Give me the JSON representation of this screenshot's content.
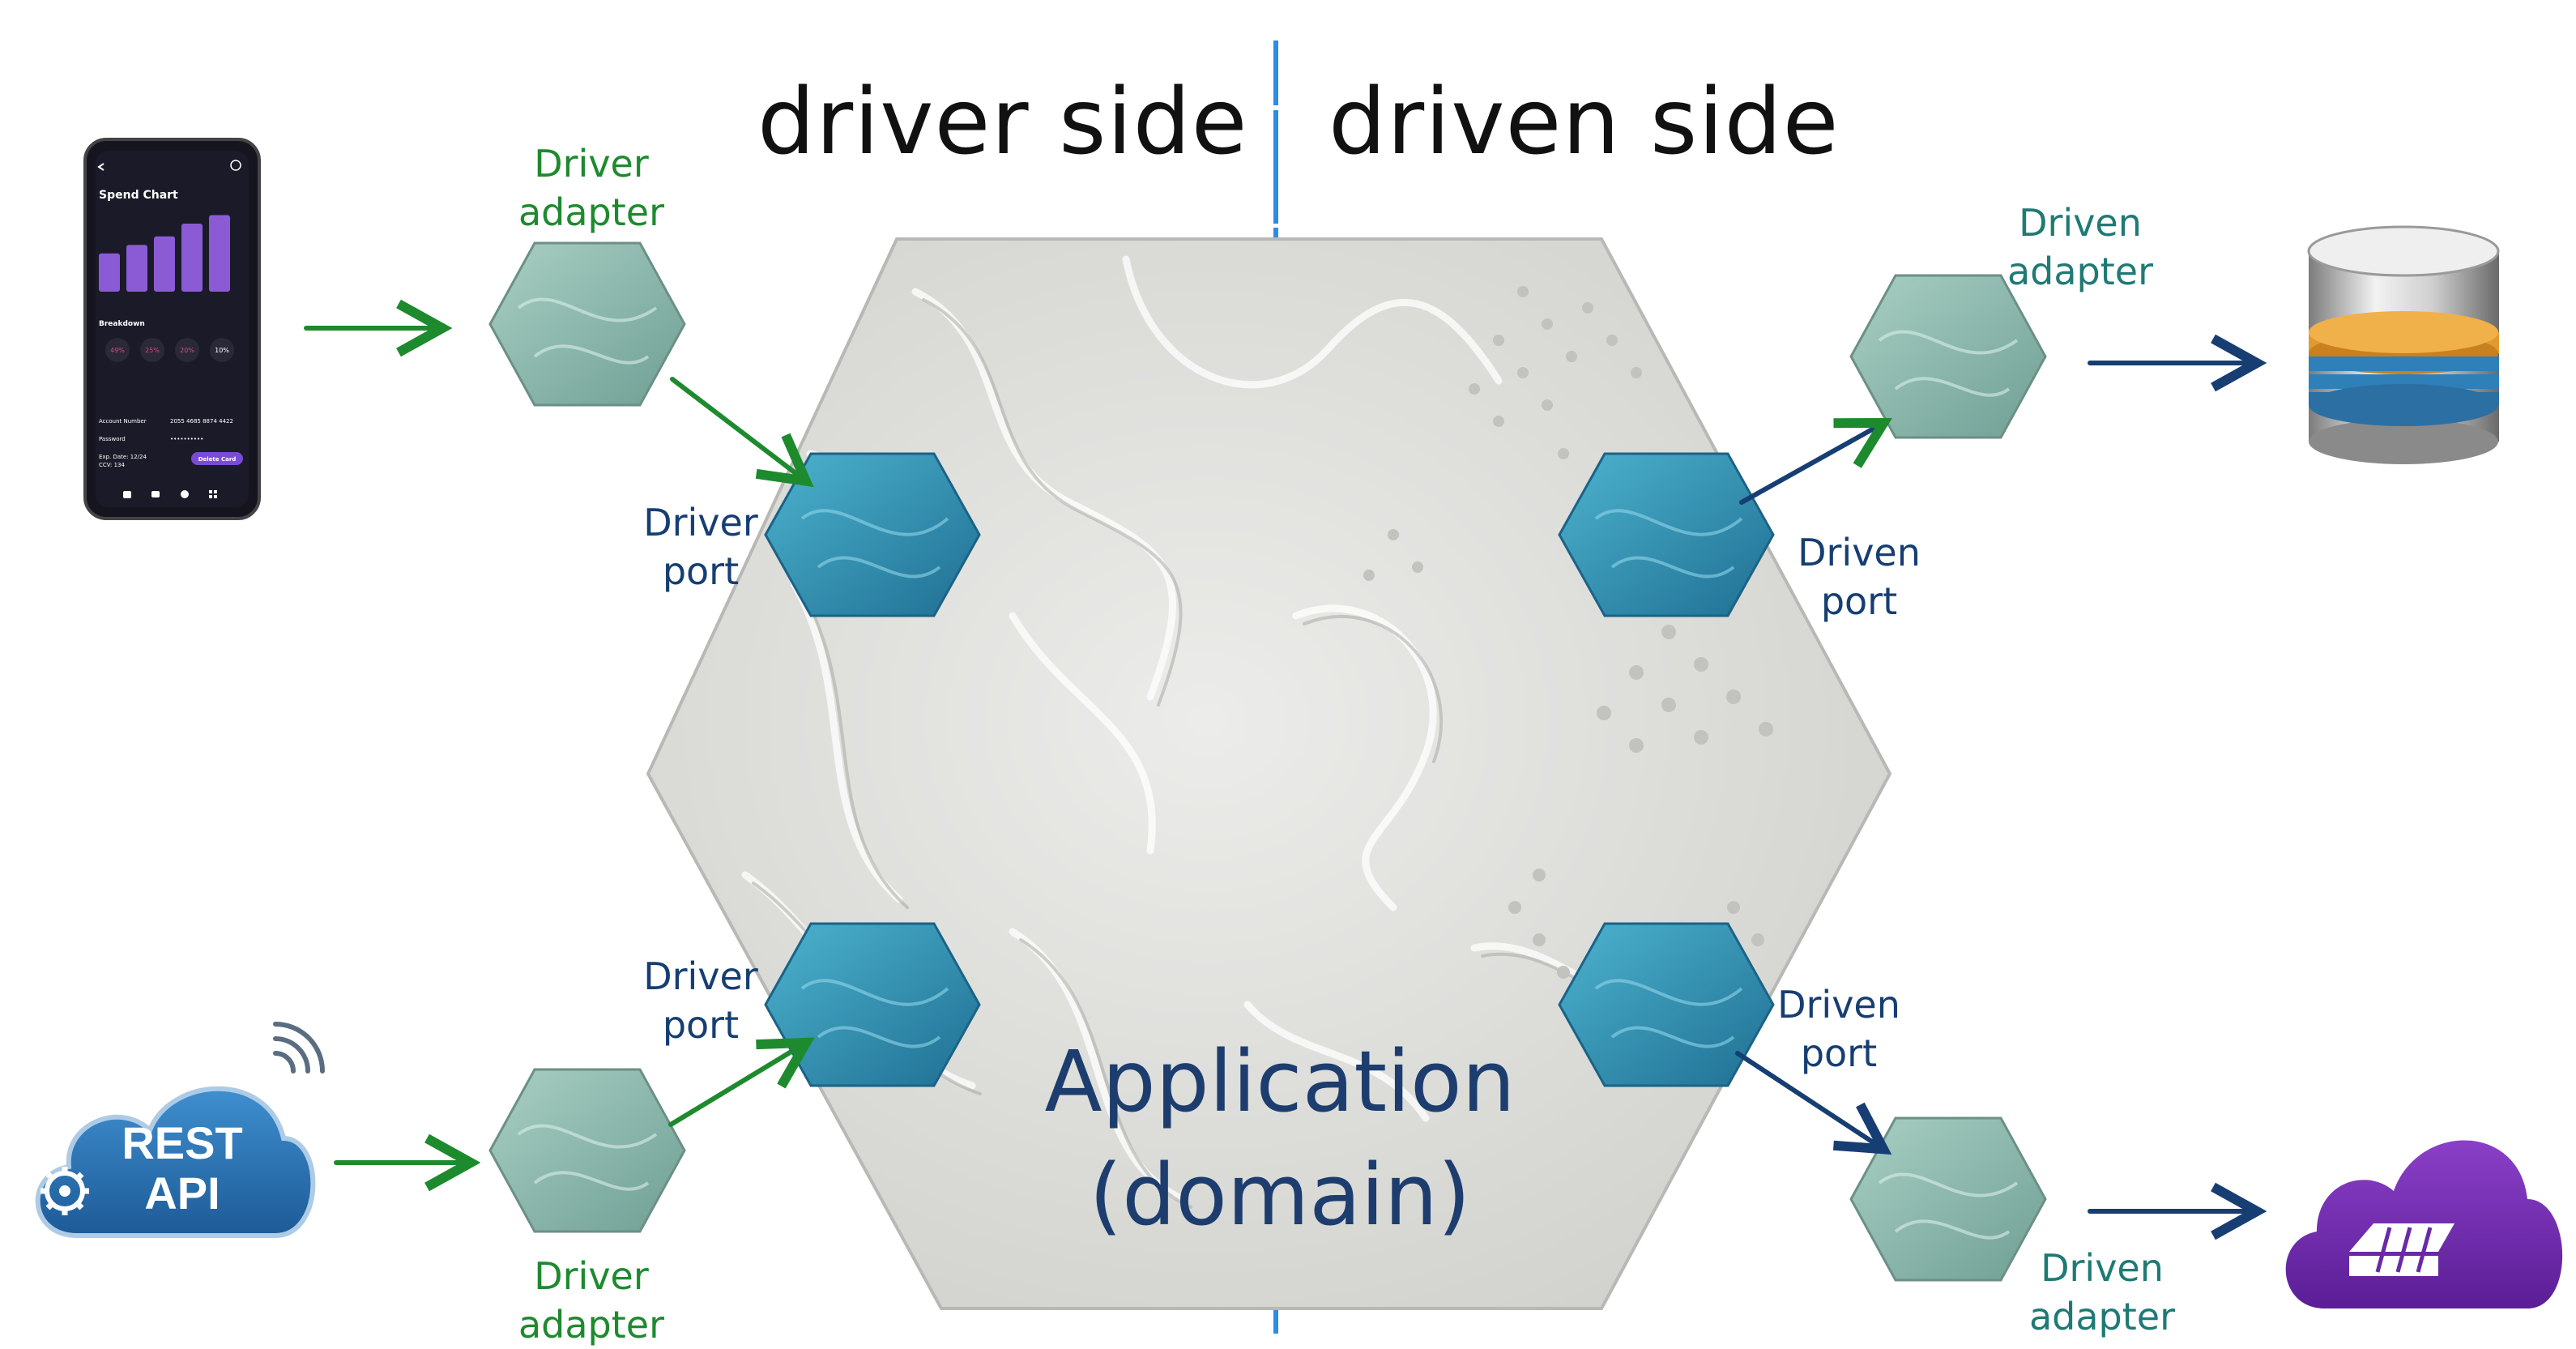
{
  "headings": {
    "driver_side": "driver side",
    "driven_side": "driven side"
  },
  "labels": {
    "driver_adapter_top": [
      "Driver",
      "adapter"
    ],
    "driver_port_top": [
      "Driver",
      "port"
    ],
    "driver_port_bottom": [
      "Driver",
      "port"
    ],
    "driver_adapter_bottom": [
      "Driver",
      "adapter"
    ],
    "driven_adapter_top": [
      "Driven",
      "adapter"
    ],
    "driven_port_top": [
      "Driven",
      "port"
    ],
    "driven_port_bottom": [
      "Driven",
      "port"
    ],
    "driven_adapter_bottom": [
      "Driven",
      "adapter"
    ]
  },
  "application": [
    "Application",
    "(domain)"
  ],
  "phone": {
    "title": "Spend Chart",
    "bar_levels": [
      0.45,
      0.55,
      0.65,
      0.8,
      0.9
    ],
    "breakdown": "Breakdown",
    "percents": [
      "49%",
      "25%",
      "20%",
      "10%"
    ],
    "account_number_label": "Account Number",
    "account_number": "2055 4685 8874 4422",
    "password_label": "Password",
    "password": "••••••••••",
    "exp_date": "Exp. Date: 12/24",
    "cvv": "CCV: 134",
    "delete_button": "Delete Card"
  },
  "rest_api": {
    "line1": "REST",
    "line2": "API"
  },
  "colors": {
    "driver": "#1e8a2e",
    "driven": "#163e73",
    "divider": "#2b8ce6",
    "port": "#2a8fb0",
    "adapter": "#8ab6ab",
    "domain": "#dcdcd8"
  }
}
